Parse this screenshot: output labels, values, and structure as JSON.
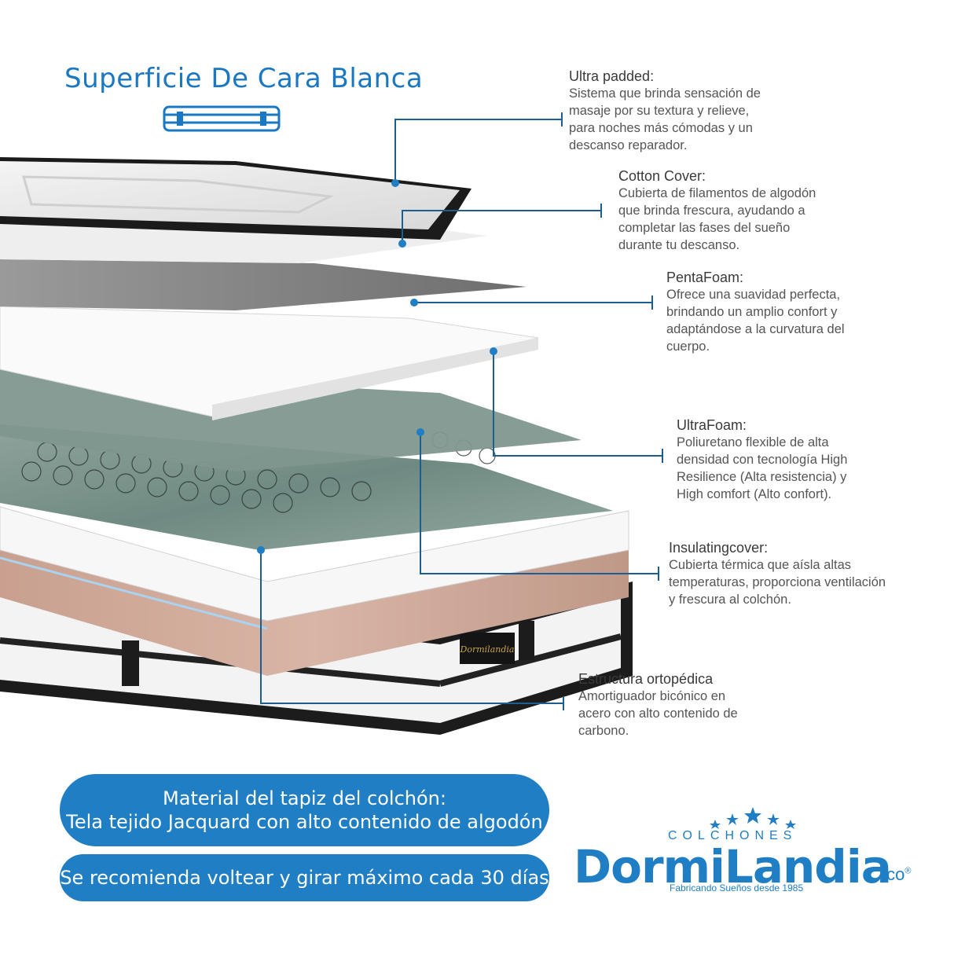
{
  "title": "Superficie De Cara Blanca",
  "callouts": [
    {
      "heading": "Ultra padded:",
      "desc": "Sistema que brinda sensación de\nmasaje por su textura y relieve,\npara noches más cómodas y un\ndescanso reparador."
    },
    {
      "heading": "Cotton Cover:",
      "desc": "Cubierta de filamentos de algodón\nque brinda frescura, ayudando a\ncompletar las fases del sueño\ndurante tu descanso."
    },
    {
      "heading": "PentaFoam:",
      "desc": "Ofrece una suavidad perfecta,\nbrindando un amplio confort y\nadaptándose a la curvatura del\ncuerpo."
    },
    {
      "heading": "UltraFoam:",
      "desc": "Poliuretano flexible de alta\ndensidad con tecnología High\nResilience (Alta resistencia) y\nHigh comfort (Alto confort)."
    },
    {
      "heading": "Insulatingcover:",
      "desc": "Cubierta térmica que aísla altas\ntemperaturas, proporciona ventilación\ny frescura al colchón."
    },
    {
      "heading": "Estructura ortopédica",
      "desc": "Amortiguador bicónico en\nacero con alto contenido de\ncarbono."
    }
  ],
  "banners": {
    "material_line1": "Material del tapiz del colchón:",
    "material_line2": "Tela tejido Jacquard con alto contenido de algodón",
    "recommendation": "Se recomienda voltear y girar máximo cada 30 días"
  },
  "logo": {
    "top_word": "COLCHONES",
    "brand": "DormiLandia",
    "suffix": ".co",
    "registered": "®",
    "tagline": "Fabricando Sueños desde 1985"
  },
  "colors": {
    "accent": "#1f7ec4",
    "text": "#555555"
  }
}
